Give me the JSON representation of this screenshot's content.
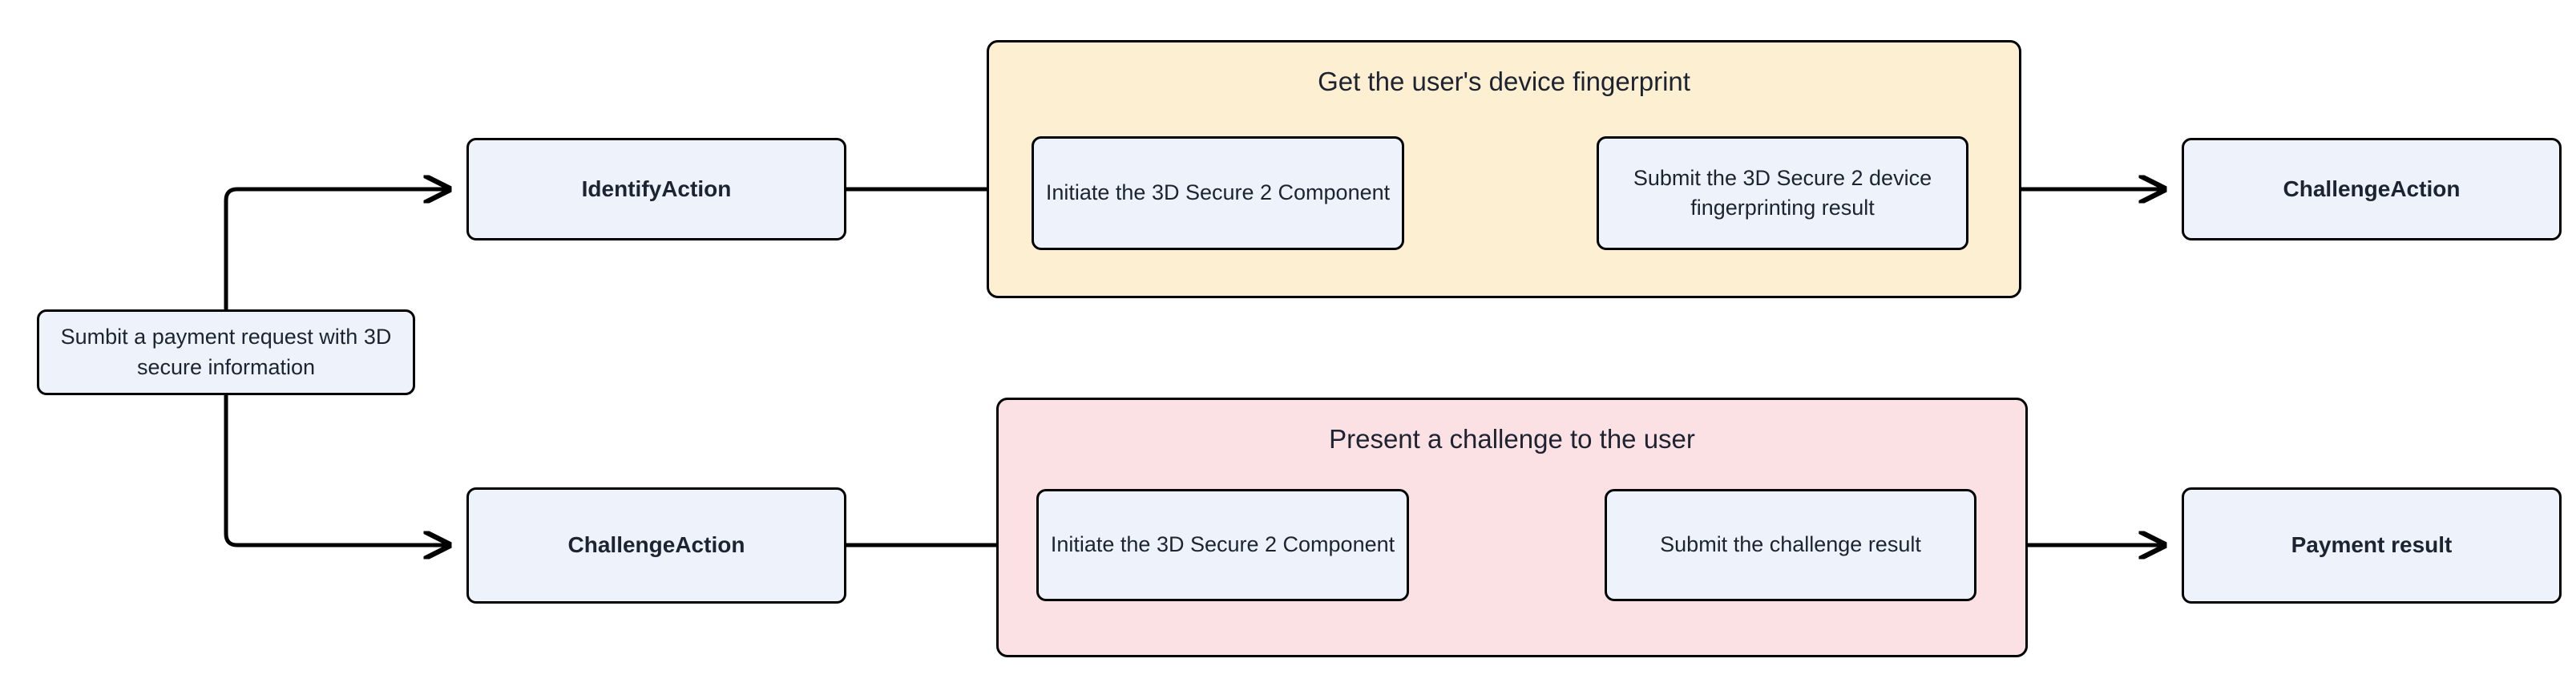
{
  "diagram": {
    "type": "flowchart",
    "direction": "left-to-right",
    "background_color": "#ffffff",
    "node_fill": "#edf2fb",
    "node_border": "#000000",
    "edge_color": "#000000"
  },
  "start": {
    "label": "Sumbit a payment request with 3D secure information"
  },
  "branches": {
    "top": {
      "action_label": "IdentifyAction",
      "group": {
        "title": "Get the user's device fingerprint",
        "color": "#fcefd2",
        "steps": [
          {
            "label": "Initiate the 3D Secure 2 Component"
          },
          {
            "label": "Submit the 3D Secure 2 device fingerprinting result"
          }
        ]
      },
      "result_label": "ChallengeAction"
    },
    "bottom": {
      "action_label": "ChallengeAction",
      "group": {
        "title": "Present a challenge to the user",
        "color": "#fce1e4",
        "steps": [
          {
            "label": "Initiate the 3D Secure 2 Component"
          },
          {
            "label": "Submit the challenge result"
          }
        ]
      },
      "result_label": "Payment result"
    }
  }
}
